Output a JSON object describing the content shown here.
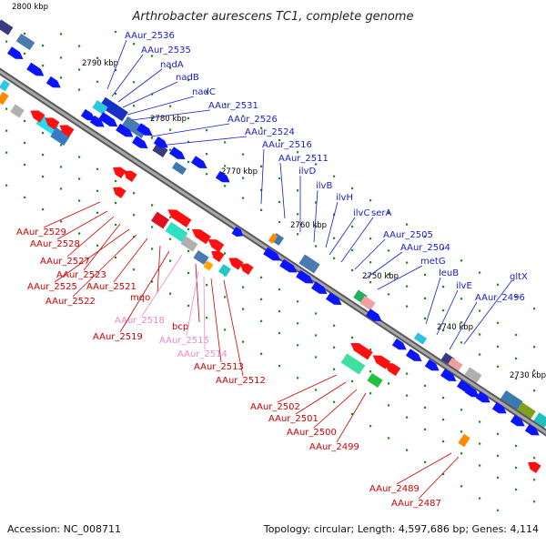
{
  "title": "Arthrobacter aurescens TC1, complete genome",
  "footer": {
    "accession": "Accession: NC_008711",
    "info": "Topology: circular; Length: 4,597,686 bp; Genes: 4,114"
  },
  "colors": {
    "backbone": "#808080",
    "forward_label": "#1a1acc",
    "reverse_label": "#cc0000",
    "reverse_label_light": "#ee88cc",
    "forward_arrow": "#0a14ff",
    "reverse_arrow": "#ff1010",
    "tick_dot": "#1a8a1a"
  },
  "ticks": [
    {
      "label": "2800 kbp"
    },
    {
      "label": "2790 kbp"
    },
    {
      "label": "2780 kbp"
    },
    {
      "label": "2770 kbp"
    },
    {
      "label": "2760 kbp"
    },
    {
      "label": "2750 kbp"
    },
    {
      "label": "2740 kbp"
    },
    {
      "label": "2730 kbp"
    }
  ],
  "forward_genes": [
    {
      "name": "AAur_2536"
    },
    {
      "name": "AAur_2535"
    },
    {
      "name": "nadA"
    },
    {
      "name": "nadB"
    },
    {
      "name": "nadC"
    },
    {
      "name": "AAur_2531"
    },
    {
      "name": "AAur_2526"
    },
    {
      "name": "AAur_2524"
    },
    {
      "name": "AAur_2516"
    },
    {
      "name": "AAur_2511"
    },
    {
      "name": "ilvD"
    },
    {
      "name": "ilvB"
    },
    {
      "name": "ilvH"
    },
    {
      "name": "ilvC"
    },
    {
      "name": "serA"
    },
    {
      "name": "AAur_2505"
    },
    {
      "name": "AAur_2504"
    },
    {
      "name": "metG"
    },
    {
      "name": "leuB"
    },
    {
      "name": "ilvE"
    },
    {
      "name": "AAur_2496"
    },
    {
      "name": "gltX"
    }
  ],
  "reverse_genes": [
    {
      "name": "AAur_2529"
    },
    {
      "name": "AAur_2528"
    },
    {
      "name": "AAur_2527"
    },
    {
      "name": "AAur_2523"
    },
    {
      "name": "AAur_2525"
    },
    {
      "name": "AAur_2522"
    },
    {
      "name": "AAur_2521"
    },
    {
      "name": "mqo"
    },
    {
      "name": "AAur_2518"
    },
    {
      "name": "AAur_2519"
    },
    {
      "name": "bcp"
    },
    {
      "name": "AAur_2515"
    },
    {
      "name": "AAur_2514"
    },
    {
      "name": "AAur_2513"
    },
    {
      "name": "AAur_2512"
    },
    {
      "name": "AAur_2502"
    },
    {
      "name": "AAur_2501"
    },
    {
      "name": "AAur_2500"
    },
    {
      "name": "AAur_2499"
    },
    {
      "name": "AAur_2489"
    },
    {
      "name": "AAur_2487"
    }
  ]
}
